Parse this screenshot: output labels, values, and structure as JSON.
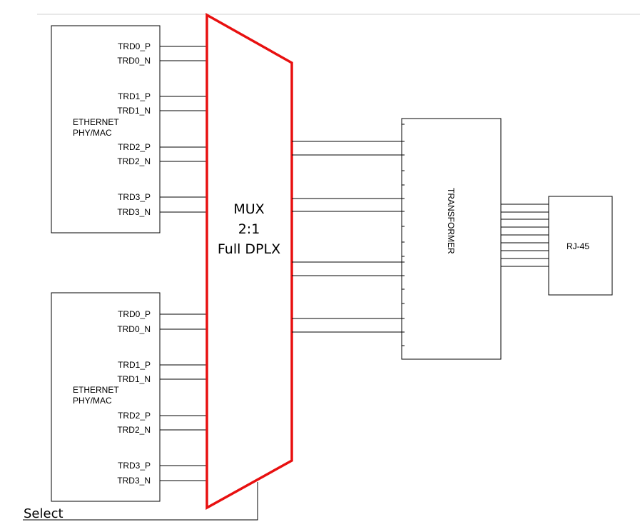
{
  "blocks": {
    "phy_top": {
      "label_line1": "ETHERNET",
      "label_line2": "PHY/MAC",
      "pins": [
        "TRD0_P",
        "TRD0_N",
        "TRD1_P",
        "TRD1_N",
        "TRD2_P",
        "TRD2_N",
        "TRD3_P",
        "TRD3_N"
      ]
    },
    "phy_bottom": {
      "label_line1": "ETHERNET",
      "label_line2": "PHY/MAC",
      "pins": [
        "TRD0_P",
        "TRD0_N",
        "TRD1_P",
        "TRD1_N",
        "TRD2_P",
        "TRD2_N",
        "TRD3_P",
        "TRD3_N"
      ]
    },
    "mux": {
      "line1": "MUX",
      "line2": "2:1",
      "line3": "Full DPLX",
      "outline_color": "#e81010"
    },
    "transformer": {
      "label": "TRANSFORMER"
    },
    "rj45": {
      "label": "RJ-45"
    }
  },
  "select_label": "Select"
}
